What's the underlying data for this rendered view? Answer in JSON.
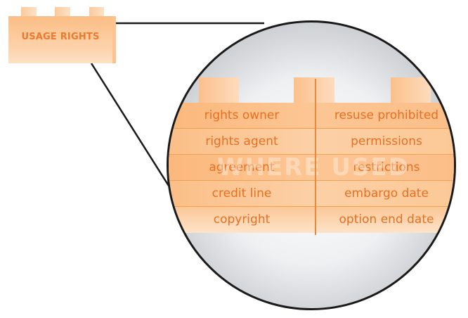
{
  "brick": {
    "title": "USAGE RIGHTS"
  },
  "watermark": "WHERE USED",
  "table": {
    "rows": [
      {
        "left": "rights owner",
        "right": "resuse prohibited"
      },
      {
        "left": "rights agent",
        "right": "permissions"
      },
      {
        "left": "agreement",
        "right": "restrictions"
      },
      {
        "left": "credit line",
        "right": "embargo date"
      },
      {
        "left": "copyright",
        "right": "option end date"
      }
    ]
  },
  "colors": {
    "accent": "#e57022",
    "brick": "#fcc38e",
    "outline": "#1a1a1a"
  }
}
